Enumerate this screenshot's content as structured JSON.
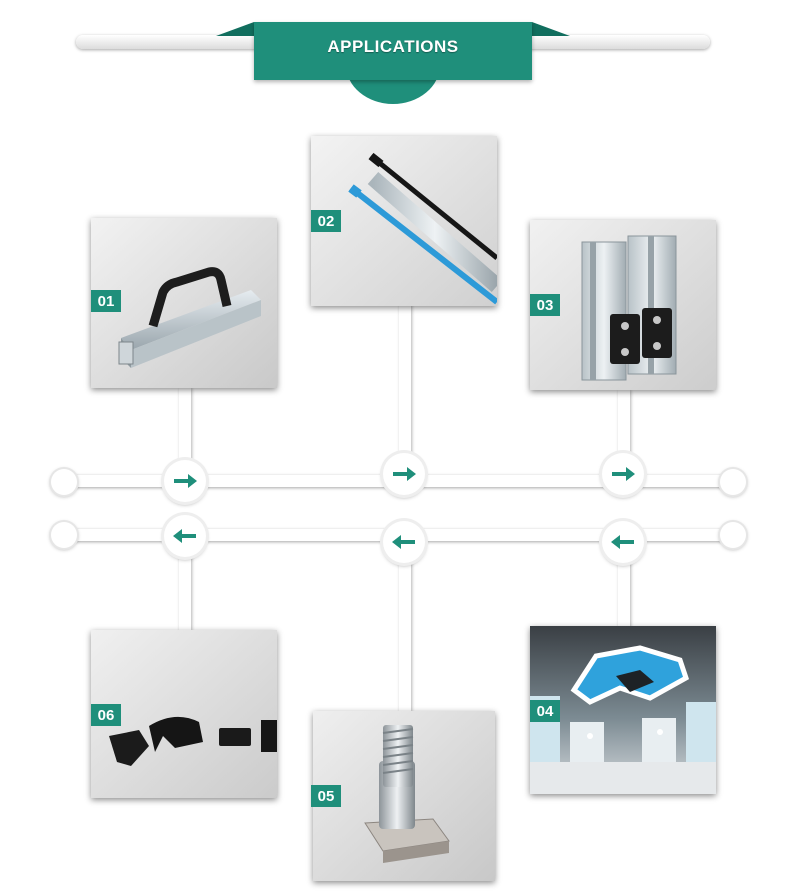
{
  "header": {
    "title": "APPLICATIONS"
  },
  "colors": {
    "accent": "#1f8f7b",
    "line": "#ffffff"
  },
  "items": [
    {
      "tag": "01",
      "image": "aluminum-profile-with-handle"
    },
    {
      "tag": "02",
      "image": "slot-cover-strips"
    },
    {
      "tag": "03",
      "image": "profiles-with-hinge"
    },
    {
      "tag": "04",
      "image": "exhibition-hall-ceiling"
    },
    {
      "tag": "05",
      "image": "t-bolt-hammer-nut"
    },
    {
      "tag": "06",
      "image": "black-end-caps"
    }
  ],
  "timeline": {
    "top_arrows": [
      "arrow-right-icon",
      "arrow-right-icon",
      "arrow-right-icon"
    ],
    "bottom_arrows": [
      "arrow-left-icon",
      "arrow-left-icon",
      "arrow-left-icon"
    ]
  }
}
